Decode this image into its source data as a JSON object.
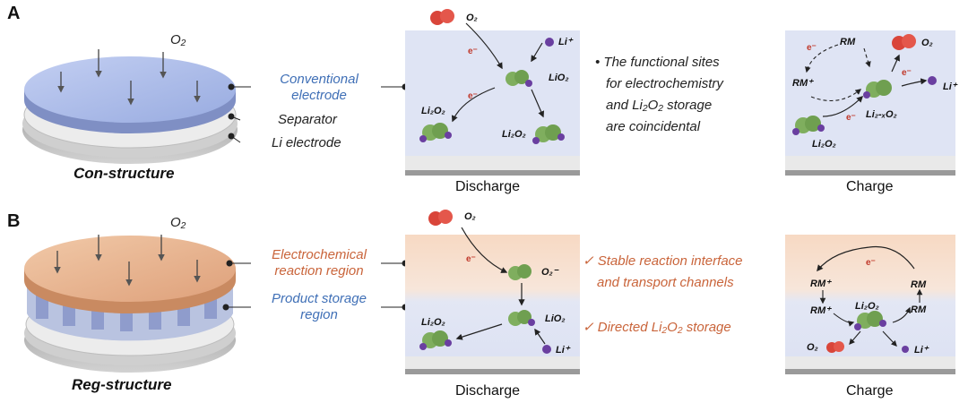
{
  "panels": {
    "a": {
      "letter": "A",
      "o2": "O₂",
      "labels": {
        "electrode": "Conventional electrode",
        "electrode_l1": "Conventional",
        "electrode_l2": "electrode",
        "separator": "Separator",
        "li": "Li electrode"
      },
      "structure": "Con-structure",
      "discharge": {
        "caption": "Discharge",
        "o2": "O₂",
        "li_plus": "Li⁺",
        "lio2": "LiO₂",
        "li2o2_left": "Li₂O₂",
        "li2o2_right": "Li₂O₂",
        "electron": "e⁻"
      },
      "note": [
        "• The functional sites",
        "for electrochemistry",
        "and Li₂O₂ storage",
        "are coincidental"
      ],
      "charge": {
        "caption": "Charge",
        "rm": "RM",
        "rm_plus": "RM⁺",
        "o2": "O₂",
        "li_plus": "Li⁺",
        "li2xo2": "Li₂-ₓO₂",
        "li2o2": "Li₂O₂",
        "electron": "e⁻"
      }
    },
    "b": {
      "letter": "B",
      "o2": "O₂",
      "labels": {
        "reaction_l1": "Electrochemical",
        "reaction_l2": "reaction region",
        "storage_l1": "Product storage",
        "storage_l2": "region"
      },
      "structure": "Reg-structure",
      "discharge": {
        "caption": "Discharge",
        "o2": "O₂",
        "o2_minus": "O₂⁻",
        "lio2": "LiO₂",
        "li2o2": "Li₂O₂",
        "li_plus": "Li⁺",
        "electron": "e⁻"
      },
      "checks": [
        "✓ Stable reaction interface",
        "and transport channels",
        "✓ Directed Li₂O₂ storage"
      ],
      "charge": {
        "caption": "Charge",
        "rm_plus_1": "RM⁺",
        "rm_plus_2": "RM⁺",
        "rm_1": "RM",
        "rm_2": "RM",
        "li2o2": "Li₂O₂",
        "o2": "O₂",
        "li_plus": "Li⁺",
        "electron": "e⁻"
      }
    }
  },
  "colors": {
    "electrode_blue": "#a9b9e6",
    "electrode_orange": "#e8b48f",
    "panel_blue": "#dfe4f4",
    "panel_orange": "#f6dcc6",
    "molecule_green": "#7fae5e",
    "molecule_red": "#d9453a",
    "li_purple": "#6a3fa0",
    "electron_red": "#c0392b"
  }
}
